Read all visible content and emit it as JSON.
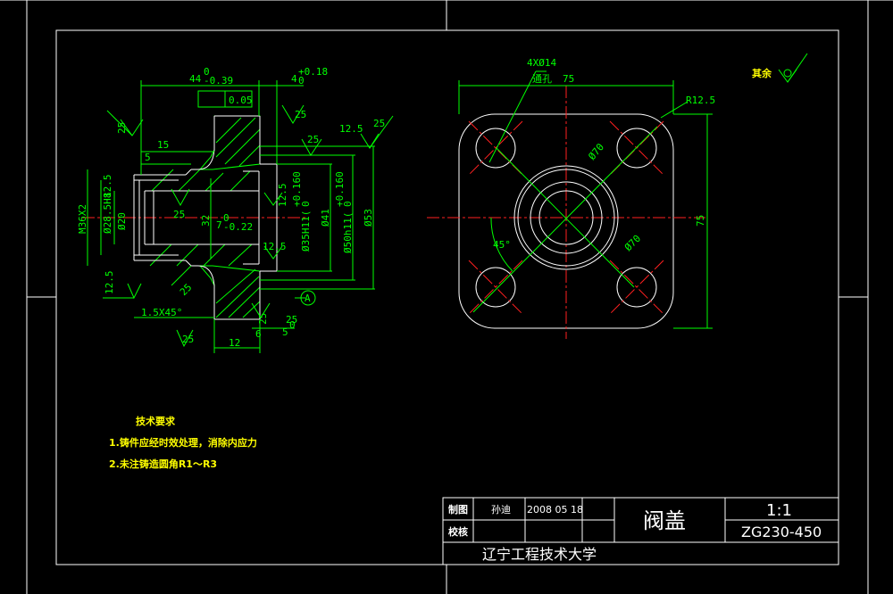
{
  "drawing": {
    "title": "阀盖",
    "scale": "1:1",
    "material": "ZG230-450",
    "institution": "辽宁工程技术大学",
    "title_block": {
      "draw_label": "制图",
      "drawer": "孙迪",
      "date": "2008 05 18",
      "check_label": "校核"
    },
    "surface_roughness": "其余"
  },
  "tech_requirements": {
    "heading": "技术要求",
    "items": [
      "1.铸件应经时效处理，消除内应力",
      "2.未注铸造圆角R1～R3"
    ]
  },
  "section_view": {
    "dims": {
      "d44": "44",
      "d44_tol_upper": "0",
      "d44_tol_lower": "-0.39",
      "d4": "4",
      "d4_tol_upper": "+0.18",
      "d4_tol_lower": "0",
      "flatness": "0.05",
      "d15": "15",
      "d5_top": "5",
      "m36": "M36X2",
      "d28": "Ø28.5H8",
      "d20": "Ø20",
      "d32": "32",
      "d7": "7",
      "d7_tol_upper": "0",
      "d7_tol_lower": "-0.22",
      "d35": "Ø35H11(",
      "d35_tol_upper": "+0.160",
      "d35_tol_lower": "0",
      "d41": "Ø41",
      "d50": "Ø50h11(",
      "d50_tol_upper": "+0.160",
      "d50_tol_lower": "0",
      "d53": "Ø53",
      "d12": "12",
      "d6": "6",
      "d5_bot": "5",
      "d5_bot_tol": "0",
      "chamfer": "1.5X45°",
      "datum": "A"
    },
    "roughness": [
      "25",
      "12.5",
      "25",
      "25",
      "12.5",
      "12.5",
      "25",
      "12.5",
      "25",
      "25",
      "12.5",
      "25",
      "25",
      "25"
    ]
  },
  "plan_view": {
    "dims": {
      "holes": "4XØ14",
      "through": "通孔",
      "width": "75",
      "height": "75",
      "radius": "R12.5",
      "pcd": "Ø70",
      "angle": "45°"
    }
  },
  "colors": {
    "background": "#000000",
    "geometry": "#ffffff",
    "dimension": "#00ff00",
    "centerline": "#ff2020",
    "hatch": "#00ff00",
    "note": "#ffff00"
  }
}
